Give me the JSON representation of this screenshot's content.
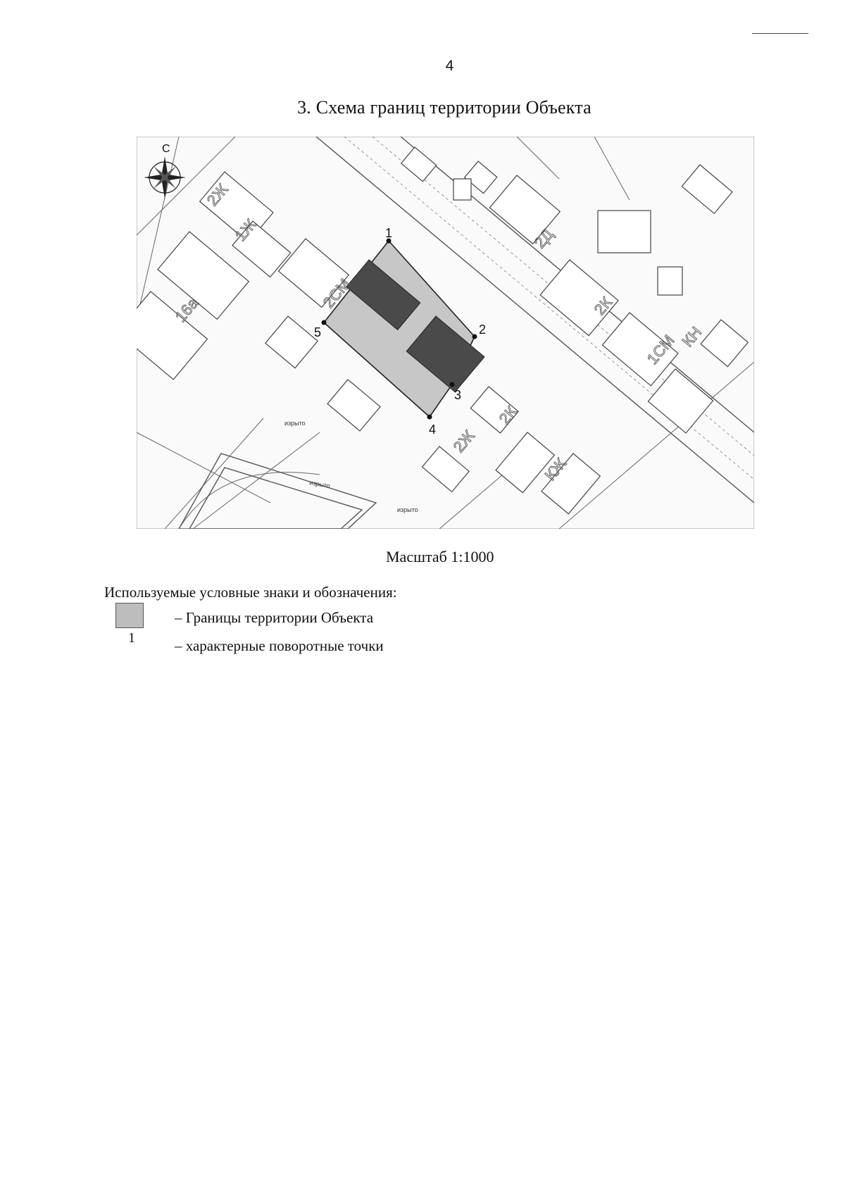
{
  "page": {
    "number": "4",
    "section_title": "3. Схема границ территории Объекта"
  },
  "map": {
    "north_label": "С",
    "turning_points": [
      "1",
      "2",
      "3",
      "4",
      "5"
    ],
    "building_labels": [
      "2СМ",
      "2Д",
      "2К",
      "1Ж",
      "2Ж",
      "КН",
      "1СМ",
      "КЖ",
      "2Ж",
      "16а",
      "2К"
    ],
    "surface_labels": [
      "изрыто",
      "изрыто",
      "изрыто"
    ]
  },
  "scale": "Масштаб 1:1000",
  "legend": {
    "title": "Используемые условные знаки и обозначения:",
    "items": [
      {
        "symbol_text": "",
        "label": "– Границы территории Объекта"
      },
      {
        "symbol_text": "1",
        "label": "– характерные поворотные точки"
      }
    ]
  },
  "colors": {
    "territory_fill": "#bdbdbd",
    "dark_building_fill": "#4a4a4a",
    "line": "#333333"
  }
}
